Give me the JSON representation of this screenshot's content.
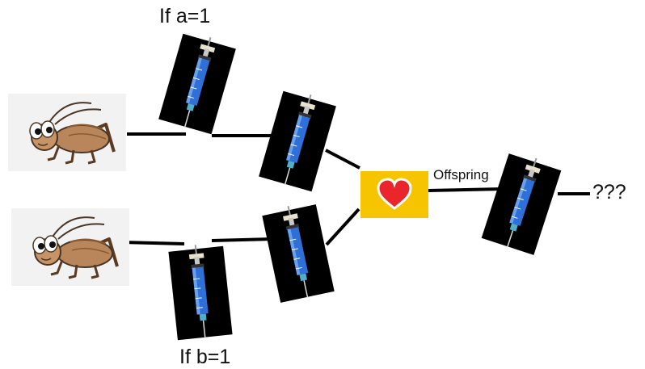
{
  "labels": {
    "if_a": "If a=1",
    "if_b": "If b=1",
    "offspring": "Offspring",
    "result": "???"
  },
  "icons": {
    "parent_top": "cricket-icon",
    "parent_bottom": "cricket-icon",
    "syringe": "syringe-icon",
    "merge": "heart-icon"
  },
  "colors": {
    "line": "#000000",
    "syringe_background": "#000000",
    "syringe_barrel": "#2f6fd8",
    "heart_box": "#f6c400",
    "heart": "#e8262b",
    "cricket_body": "#b8865a",
    "cricket_tile": "#f2f2f2"
  }
}
